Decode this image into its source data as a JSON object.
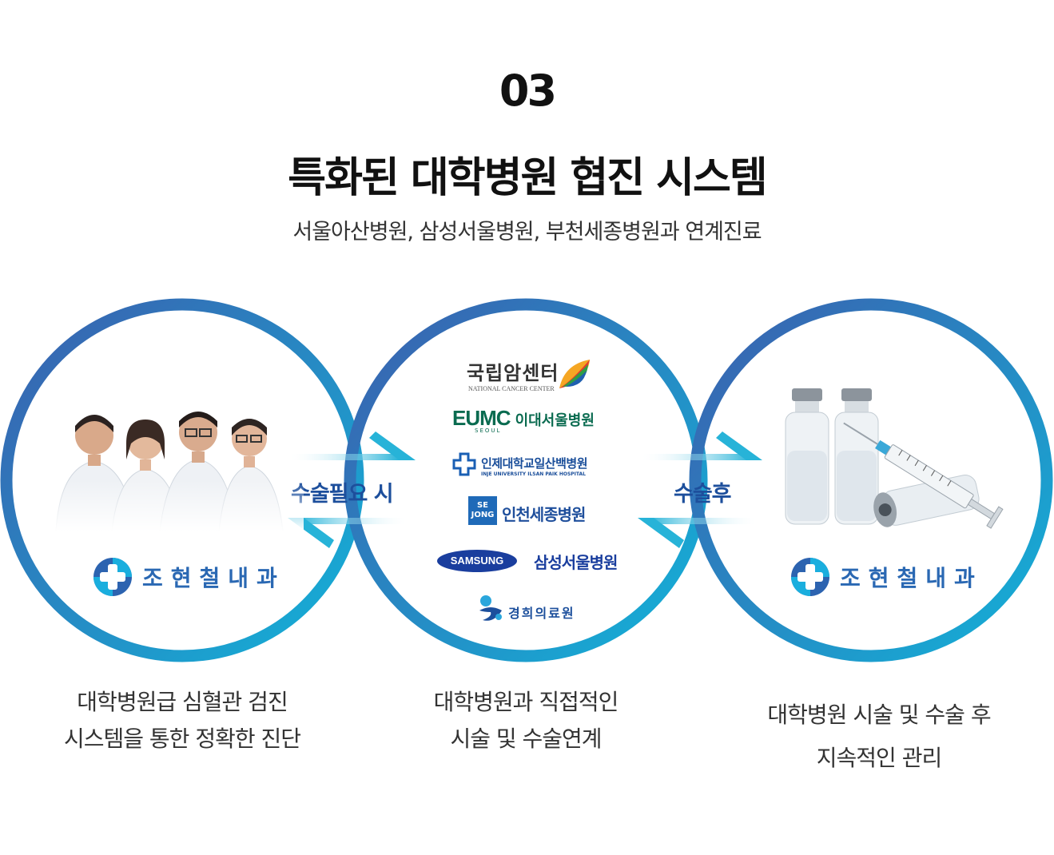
{
  "header": {
    "number": "03",
    "title": "특화된 대학병원 협진 시스템",
    "subtitle": "서울아산병원, 삼성서울병원, 부천세종병원과 연계진료"
  },
  "arrows": {
    "to_hospital": "수술필요 시",
    "from_hospital": "수술후"
  },
  "clinic": {
    "name": "조현철내과"
  },
  "hospitals": {
    "ncc": {
      "name": "국립암센터",
      "en": "NATIONAL CANCER CENTER"
    },
    "eumc": {
      "mark": "EUMC",
      "sub": "SEOUL",
      "name": "이대서울병원"
    },
    "inje": {
      "name": "인제대학교일산백병원",
      "en": "INJE UNIVERSITY ILSAN PAIK HOSPITAL"
    },
    "sejong": {
      "mark_top": "SE",
      "mark_bottom": "JONG",
      "name": "인천세종병원"
    },
    "samsung": {
      "mark": "SAMSUNG",
      "name": "삼성서울병원"
    },
    "khmc": {
      "name": "경희의료원"
    }
  },
  "captions": {
    "left": [
      "대학병원급 심혈관 검진",
      "시스템을 통한 정확한 진단"
    ],
    "center": [
      "대학병원과 직접적인",
      "시술 및 수술연계"
    ],
    "right": [
      "대학병원 시술 및 수술 후",
      "지속적인 관리"
    ]
  },
  "colors": {
    "ring_dark": "#2e5fae",
    "ring_light": "#17a9d6",
    "accent": "#1d4f9c"
  }
}
